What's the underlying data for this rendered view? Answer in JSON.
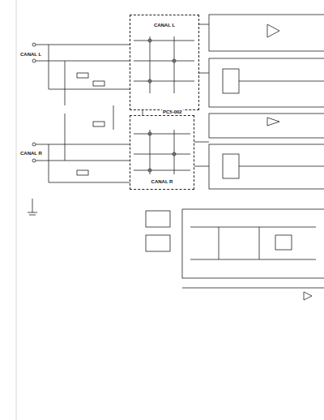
{
  "diagram": {
    "nodes": [
      {
        "text": [
          "CANAL L"
        ]
      },
      {
        "text": [
          "CANAL R"
        ]
      }
    ],
    "edges": [
      {
        "from": 0,
        "to": 1,
        "arrow": "none"
      }
    ],
    "labels": [
      "CANAL L",
      "CANAL R",
      "PC5-002"
    ]
  }
}
